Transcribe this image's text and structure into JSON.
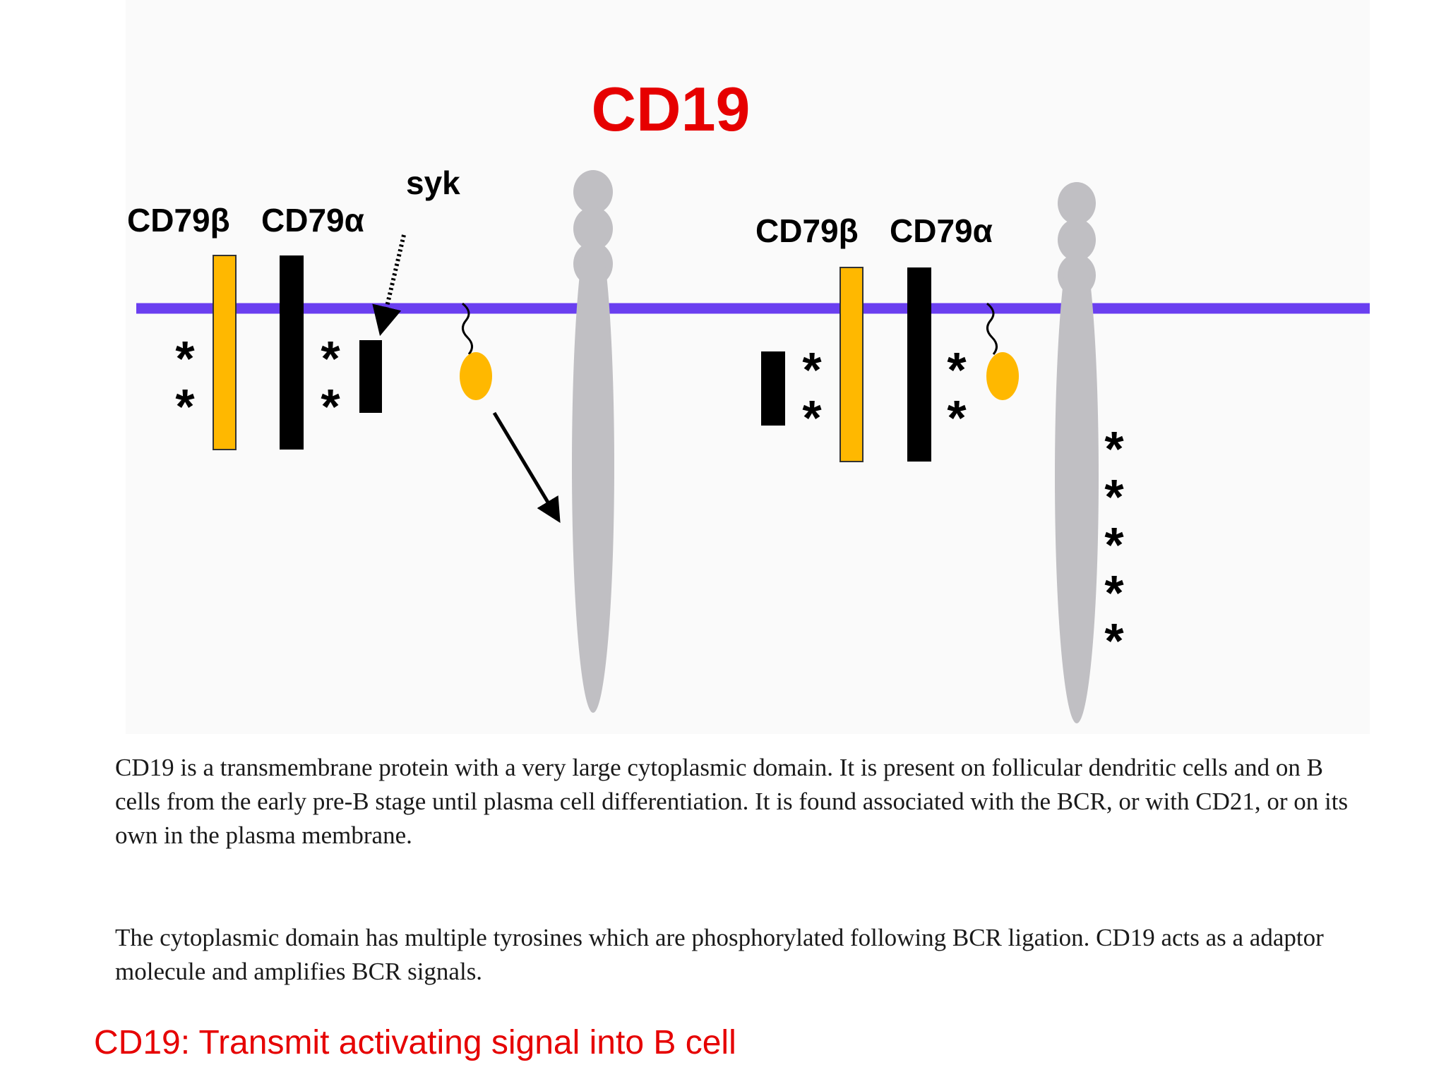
{
  "title": "CD19",
  "labels": {
    "left_cd79b": "CD79β",
    "left_cd79a": "CD79α",
    "syk": "syk",
    "right_cd79b": "CD79β",
    "right_cd79a": "CD79α"
  },
  "phospho_mark": "*",
  "paragraphs": [
    "CD19 is a transmembrane protein with a very large cytoplasmic domain. It is present on follicular dendritic cells and on B cells from the early pre-B stage until plasma cell differentiation. It is found associated with the BCR, or with CD21, or on its own in the plasma membrane.",
    "The cytoplasmic domain has multiple tyrosines which are phosphorylated following BCR ligation. CD19 acts as a adaptor molecule and amplifies BCR signals."
  ],
  "footer": "CD19: Transmit activating signal into B cell",
  "colors": {
    "title_red": "#e60000",
    "membrane": "#6a3ff0",
    "cd79b_orange": "#ffb800",
    "cd79a_black": "#000000",
    "cd19_gray": "#c0bfc3"
  }
}
